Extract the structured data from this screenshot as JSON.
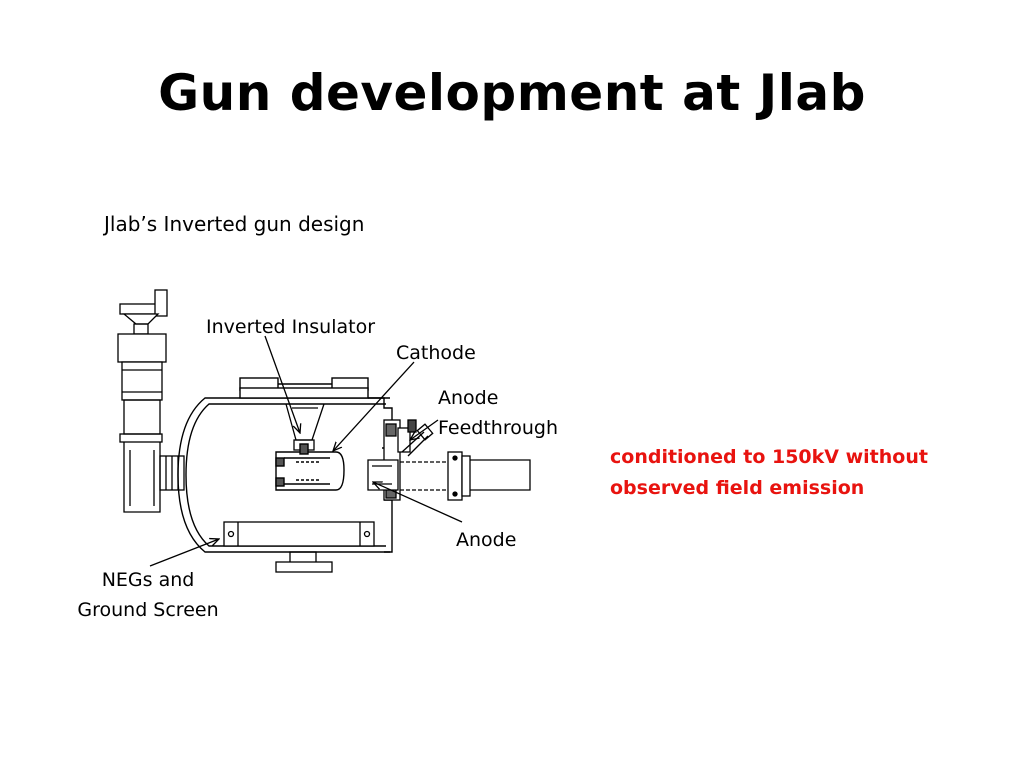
{
  "slide": {
    "title": "Gun development at Jlab",
    "subtitle": "Jlab’s Inverted gun design"
  },
  "labels": {
    "inverted_insulator": "Inverted Insulator",
    "cathode": "Cathode",
    "anode_feedthrough_line1": "Anode",
    "anode_feedthrough_line2": "Feedthrough",
    "anode": "Anode",
    "negs_line1": "NEGs and",
    "negs_line2": "Ground Screen"
  },
  "note": {
    "line1": "conditioned to 150kV without",
    "line2": "observed field emission",
    "color": "#e8130f"
  }
}
